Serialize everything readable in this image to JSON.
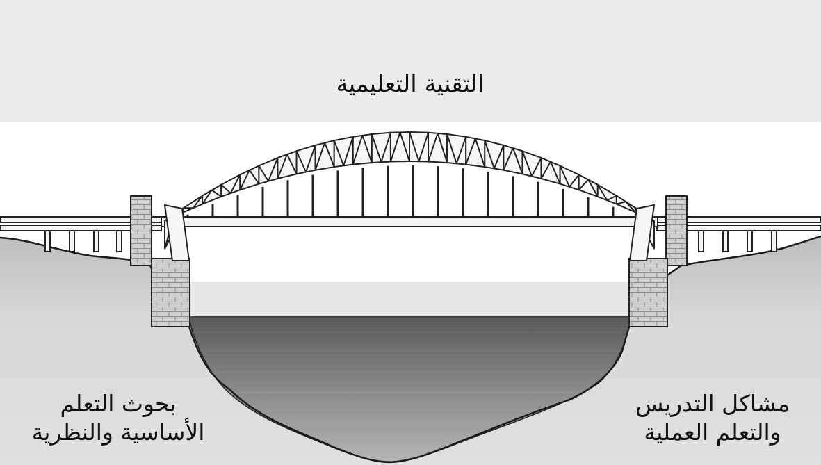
{
  "diagram": {
    "title": "التقنية التعليمية",
    "left_bank": {
      "line1": "بحوث التعلم",
      "line2": "الأساسية والنظرية"
    },
    "right_bank": {
      "line1": "مشاكل التدريس",
      "line2": "والتعلم العملية"
    }
  },
  "colors": {
    "background": "#ffffff",
    "band": "#ebebeb",
    "ground": "#d6d6d6",
    "water_top": "#5a5a5a",
    "water_bottom": "#b0b0b0",
    "brick": "#cfcfcf",
    "line": "#222222"
  },
  "icons": {
    "structure": "arch-truss-bridge",
    "piers": "brick-pier"
  }
}
